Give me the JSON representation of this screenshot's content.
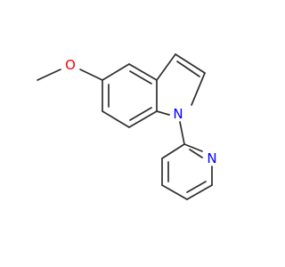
{
  "atoms": {
    "oxygen": {
      "symbol": "O",
      "color": "#ff0000"
    },
    "indole_nitrogen": {
      "symbol": "N",
      "color": "#0000ff"
    },
    "pyridine_nitrogen": {
      "symbol": "N",
      "color": "#0000ff"
    }
  },
  "colors": {
    "bond": "#2e2e2e",
    "background": "#ffffff"
  }
}
